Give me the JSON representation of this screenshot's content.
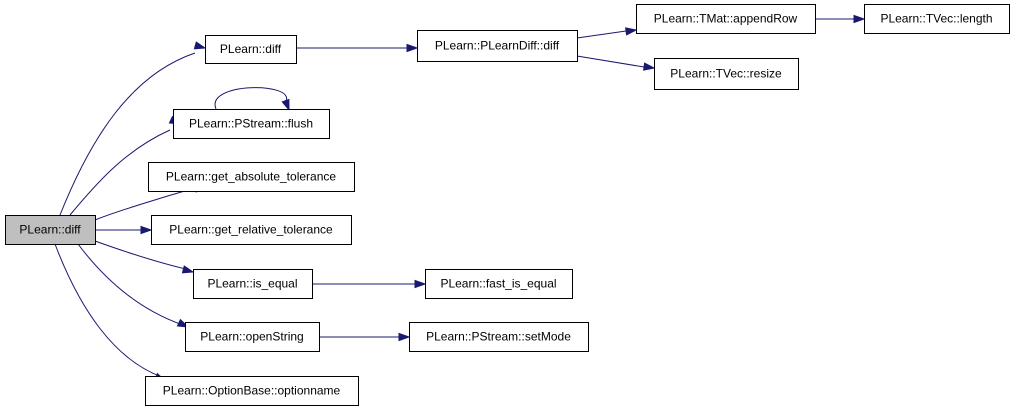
{
  "graph": {
    "nodes": [
      {
        "id": "root",
        "label": "PLearn::diff",
        "root": true
      },
      {
        "id": "diff2",
        "label": "PLearn::diff"
      },
      {
        "id": "flush",
        "label": "PLearn::PStream::flush"
      },
      {
        "id": "abs_tol",
        "label": "PLearn::get_absolute_tolerance"
      },
      {
        "id": "rel_tol",
        "label": "PLearn::get_relative_tolerance"
      },
      {
        "id": "is_equal",
        "label": "PLearn::is_equal"
      },
      {
        "id": "open_string",
        "label": "PLearn::openString"
      },
      {
        "id": "optionname",
        "label": "PLearn::OptionBase::optionname"
      },
      {
        "id": "plearndiff",
        "label": "PLearn::PLearnDiff::diff"
      },
      {
        "id": "fast_is_equal",
        "label": "PLearn::fast_is_equal"
      },
      {
        "id": "set_mode",
        "label": "PLearn::PStream::setMode"
      },
      {
        "id": "append_row",
        "label": "PLearn::TMat::appendRow"
      },
      {
        "id": "resize",
        "label": "PLearn::TVec::resize"
      },
      {
        "id": "length",
        "label": "PLearn::TVec::length"
      }
    ],
    "edges": [
      {
        "from": "root",
        "to": "diff2"
      },
      {
        "from": "root",
        "to": "flush"
      },
      {
        "from": "root",
        "to": "abs_tol"
      },
      {
        "from": "root",
        "to": "rel_tol"
      },
      {
        "from": "root",
        "to": "is_equal"
      },
      {
        "from": "root",
        "to": "open_string"
      },
      {
        "from": "root",
        "to": "optionname"
      },
      {
        "from": "flush",
        "to": "flush"
      },
      {
        "from": "diff2",
        "to": "plearndiff"
      },
      {
        "from": "plearndiff",
        "to": "append_row"
      },
      {
        "from": "plearndiff",
        "to": "resize"
      },
      {
        "from": "append_row",
        "to": "length"
      },
      {
        "from": "is_equal",
        "to": "fast_is_equal"
      },
      {
        "from": "open_string",
        "to": "set_mode"
      }
    ]
  }
}
